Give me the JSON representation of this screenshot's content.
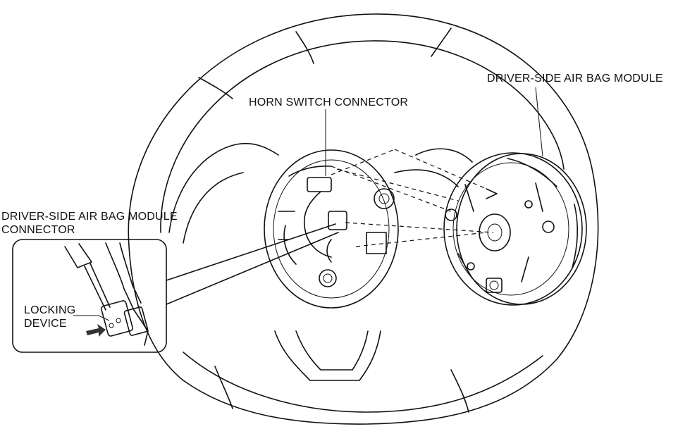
{
  "labels": {
    "driver_airbag_module": "DRIVER-SIDE AIR BAG MODULE",
    "horn_switch_connector": "HORN SWITCH CONNECTOR",
    "airbag_module_connector_line1": "DRIVER-SIDE AIR BAG MODULE",
    "airbag_module_connector_line2": "CONNECTOR",
    "locking_device_line1": "LOCKING",
    "locking_device_line2": "DEVICE"
  }
}
